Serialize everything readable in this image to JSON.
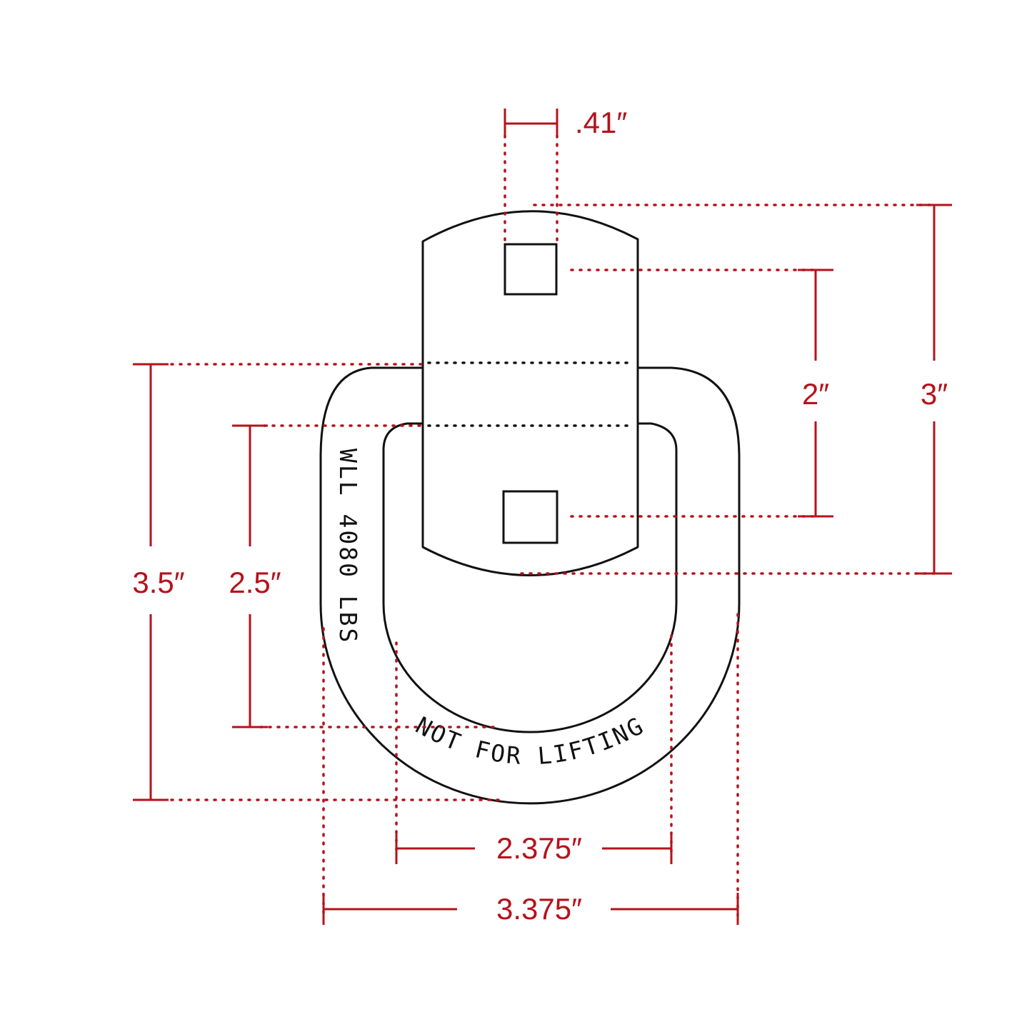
{
  "dimensions": {
    "square_hole": ".41″",
    "hole_spacing": "2″",
    "plate_height": "3″",
    "ring_outer_height": "3.5″",
    "ring_inner_height": "2.5″",
    "ring_inner_width": "2.375″",
    "ring_outer_width": "3.375″"
  },
  "stamps": {
    "wll": "WLL 4080 LBS",
    "warning": "NOT FOR LIFTING"
  },
  "colors": {
    "dimension": "#b5121b",
    "outline": "#111111",
    "background": "#ffffff"
  }
}
